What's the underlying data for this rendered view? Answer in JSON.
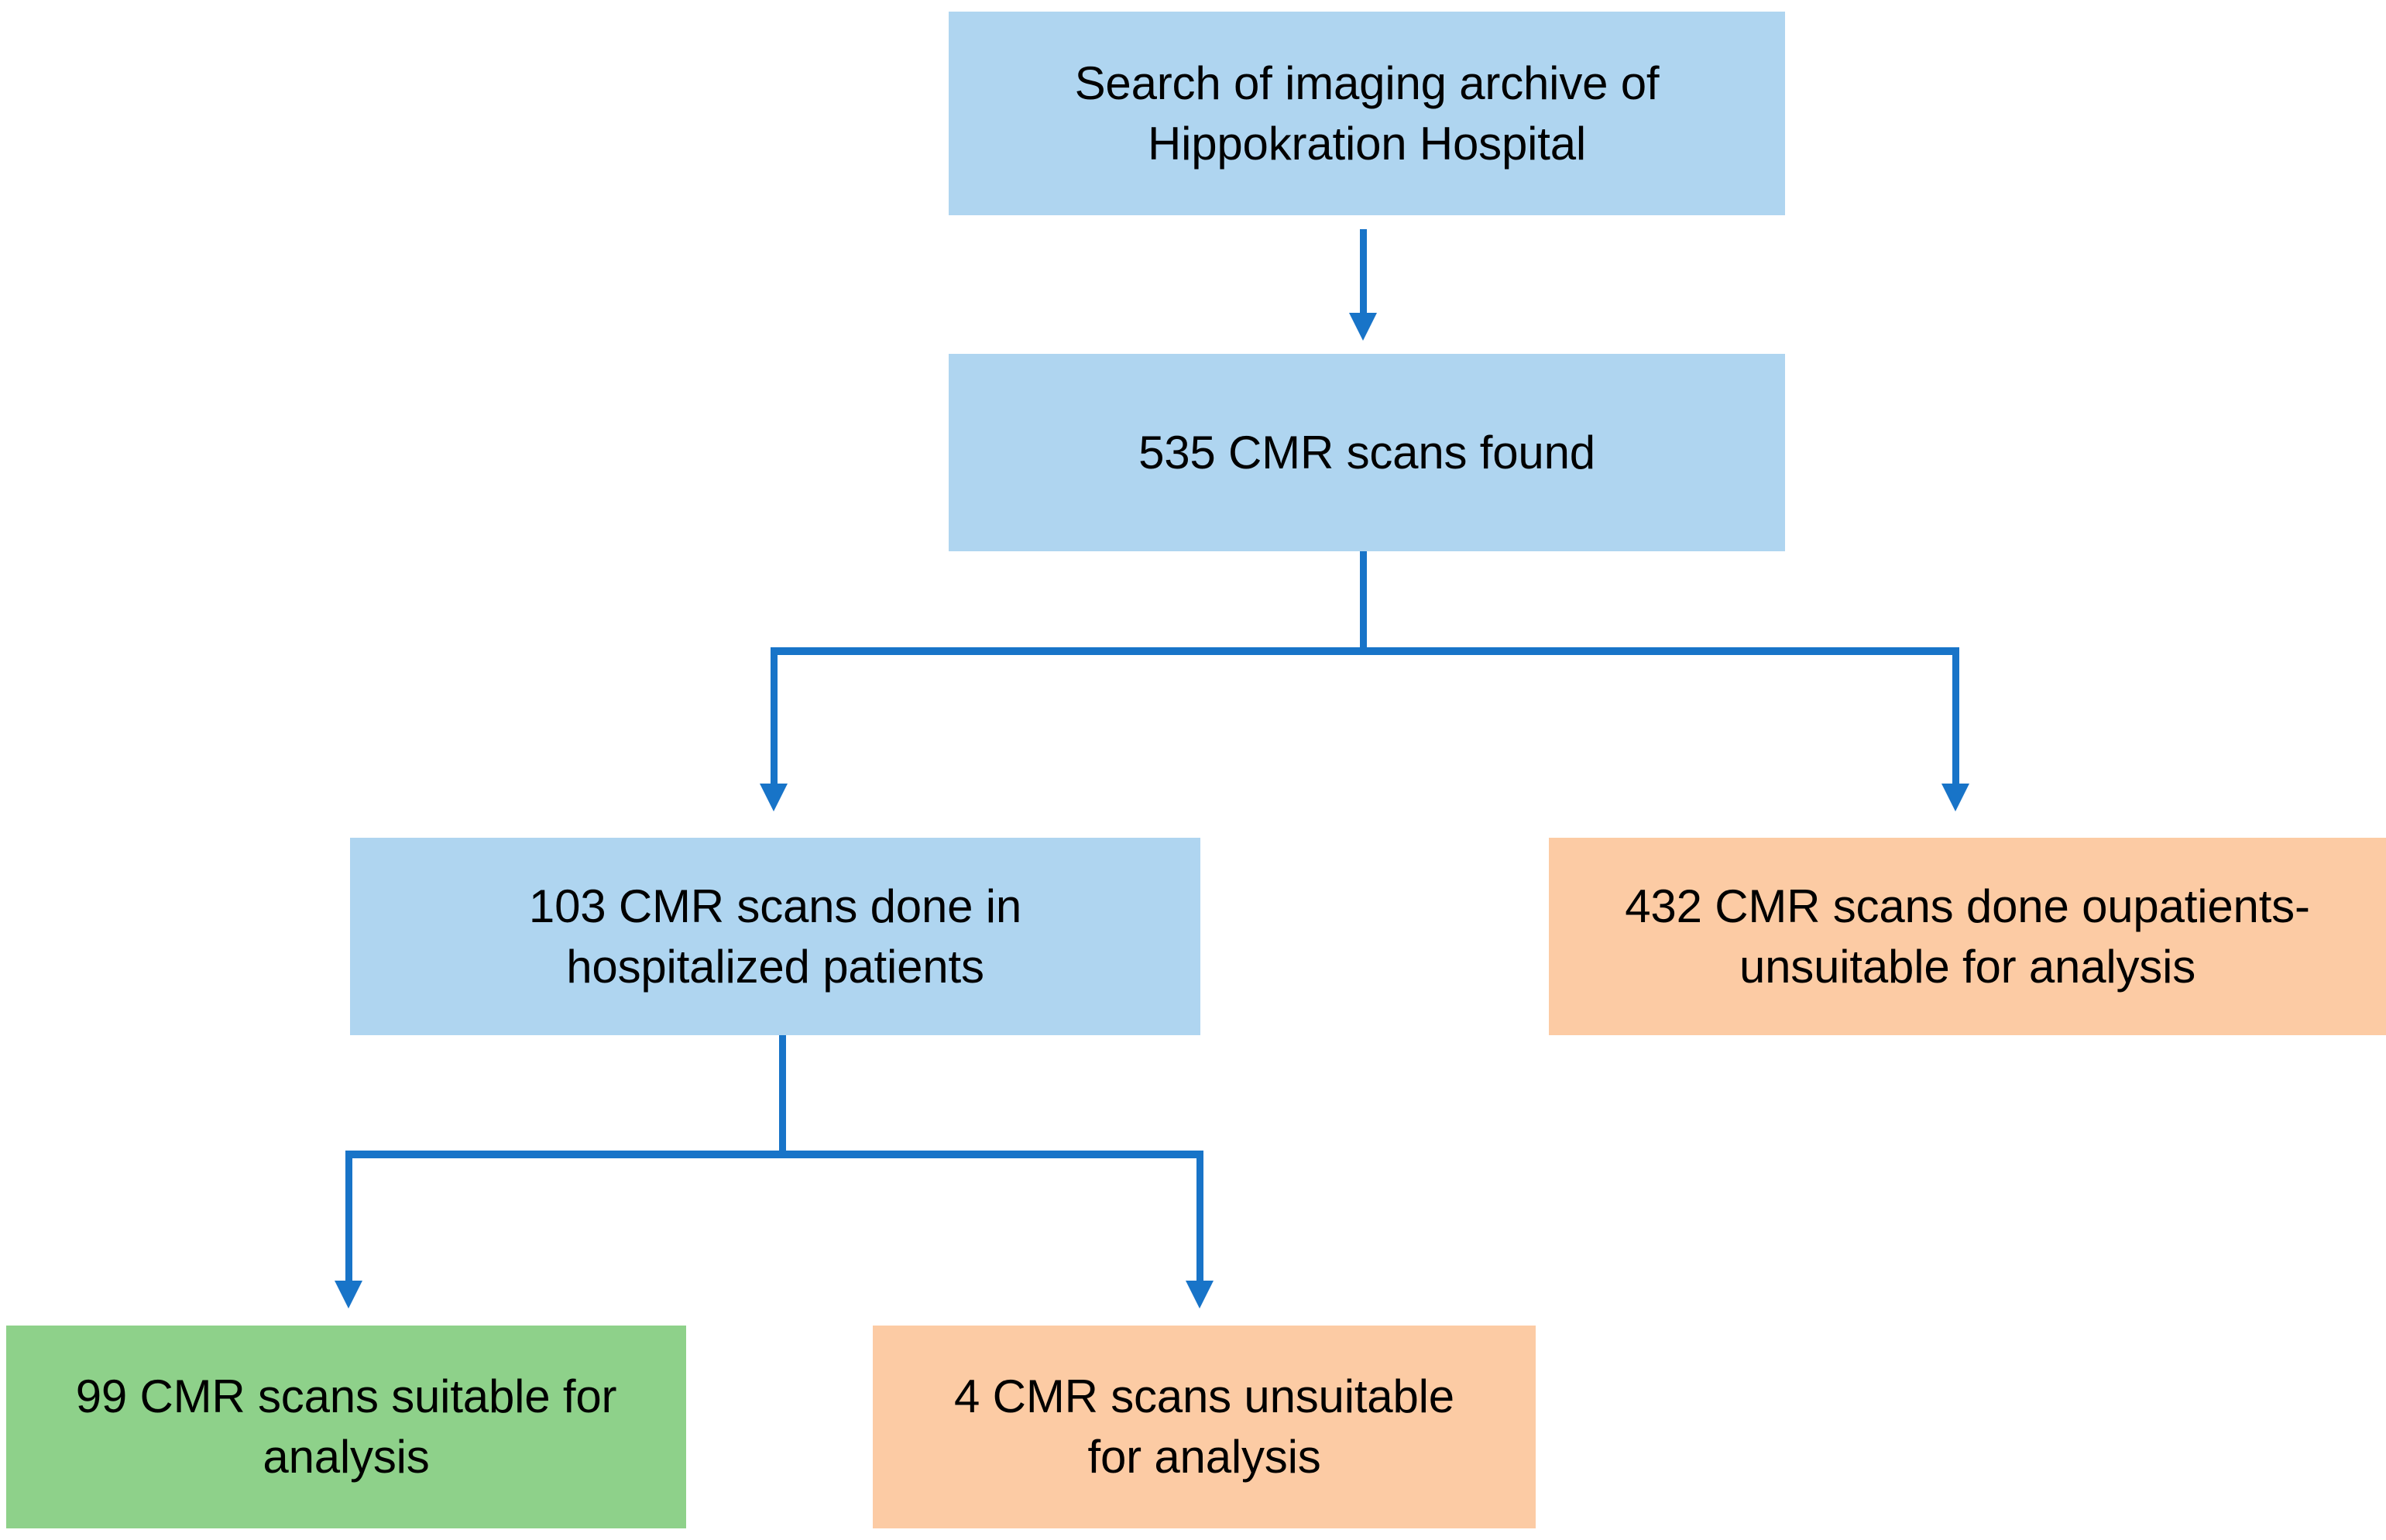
{
  "diagram": {
    "title": "CMR scan selection flowchart",
    "type": "flowchart",
    "colors": {
      "blue_fill": "#AFD5F0",
      "orange_fill": "#FCCBA4",
      "green_fill": "#8ED18A",
      "connector": "#1874C8",
      "text": "#000000",
      "background": "#FFFFFF"
    },
    "nodes": [
      {
        "id": "search",
        "category": "blue",
        "line1": "Search of imaging archive of",
        "line2": "Hippokration Hospital"
      },
      {
        "id": "found",
        "category": "blue",
        "line1": "535 CMR scans found",
        "line2": ""
      },
      {
        "id": "hospitalized",
        "category": "blue",
        "line1": "103 CMR scans done in",
        "line2": "hospitalized patients"
      },
      {
        "id": "outpatients",
        "category": "orange",
        "line1": "432 CMR scans done oupatients-",
        "line2": "unsuitable for analysis"
      },
      {
        "id": "suitable",
        "category": "green",
        "line1": "99 CMR scans suitable for",
        "line2": "analysis"
      },
      {
        "id": "unsuitable",
        "category": "orange",
        "line1": "4 CMR scans unsuitable",
        "line2": "for analysis"
      }
    ]
  }
}
